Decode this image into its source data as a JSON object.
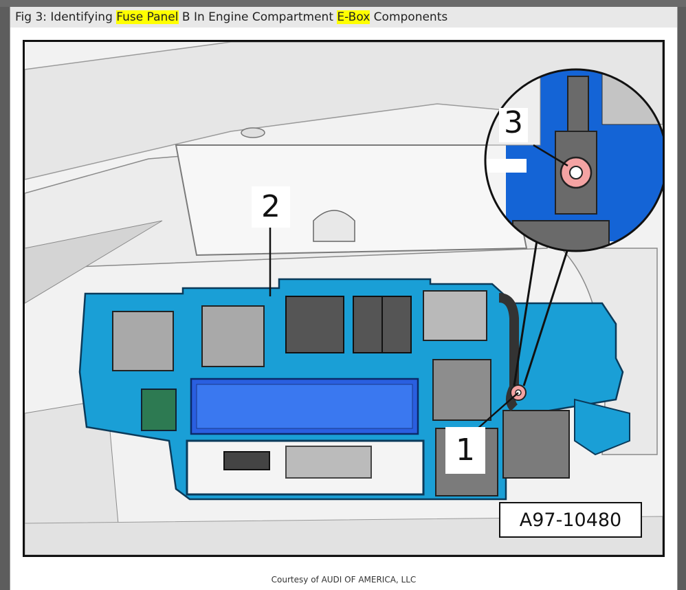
{
  "caption": {
    "prefix": "Fig 3: Identifying ",
    "highlight1": "Fuse Panel",
    "middle": " B In Engine Compartment ",
    "highlight2": "E-Box",
    "suffix": " Components"
  },
  "callouts": {
    "one": "1",
    "two": "2",
    "three": "3"
  },
  "reference_code": "A97-10480",
  "credit": "Courtesy of AUDI OF AMERICA, LLC",
  "colors": {
    "panel_blue": "#1a9fd6",
    "panel_dark_blue": "#0c6fa8",
    "fuse_bar": "#2a5fe0",
    "relay_gray": "#555555",
    "housing_gray": "#8d8d8d",
    "nut_pink": "#f4a3a3",
    "zoom_blue": "#1464d6",
    "highlight": "#ffff00"
  },
  "icons": [
    "nut-icon",
    "zoom-magnifier-circle"
  ]
}
